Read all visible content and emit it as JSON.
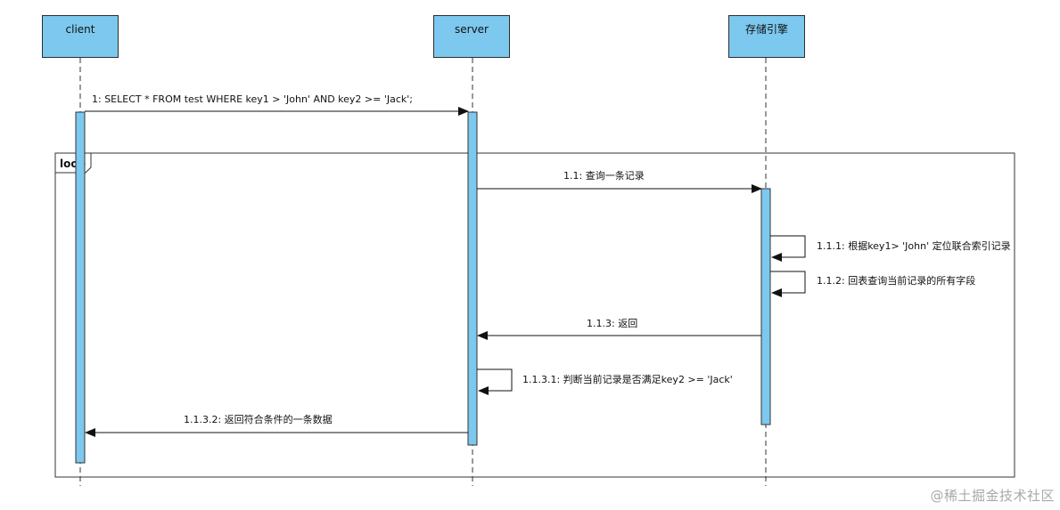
{
  "participants": {
    "client": "client",
    "server": "server",
    "engine": "存储引擎"
  },
  "loop": {
    "label": "loop"
  },
  "messages": {
    "m1": "1: SELECT * FROM test WHERE key1 > 'John' AND key2 >= 'Jack';",
    "m11": "1.1: 查询一条记录",
    "m111": "1.1.1: 根据key1> 'John' 定位联合索引记录",
    "m112": "1.1.2: 回表查询当前记录的所有字段",
    "m113": "1.1.3: 返回",
    "m1131": "1.1.3.1: 判断当前记录是否满足key2 >= 'Jack'",
    "m1132": "1.1.3.2: 返回符合条件的一条数据"
  },
  "watermark": "@稀土掘金技术社区",
  "colors": {
    "participant_fill": "#7cc8ee",
    "activation_fill": "#7cc8ee",
    "line": "#1f1f1f"
  }
}
